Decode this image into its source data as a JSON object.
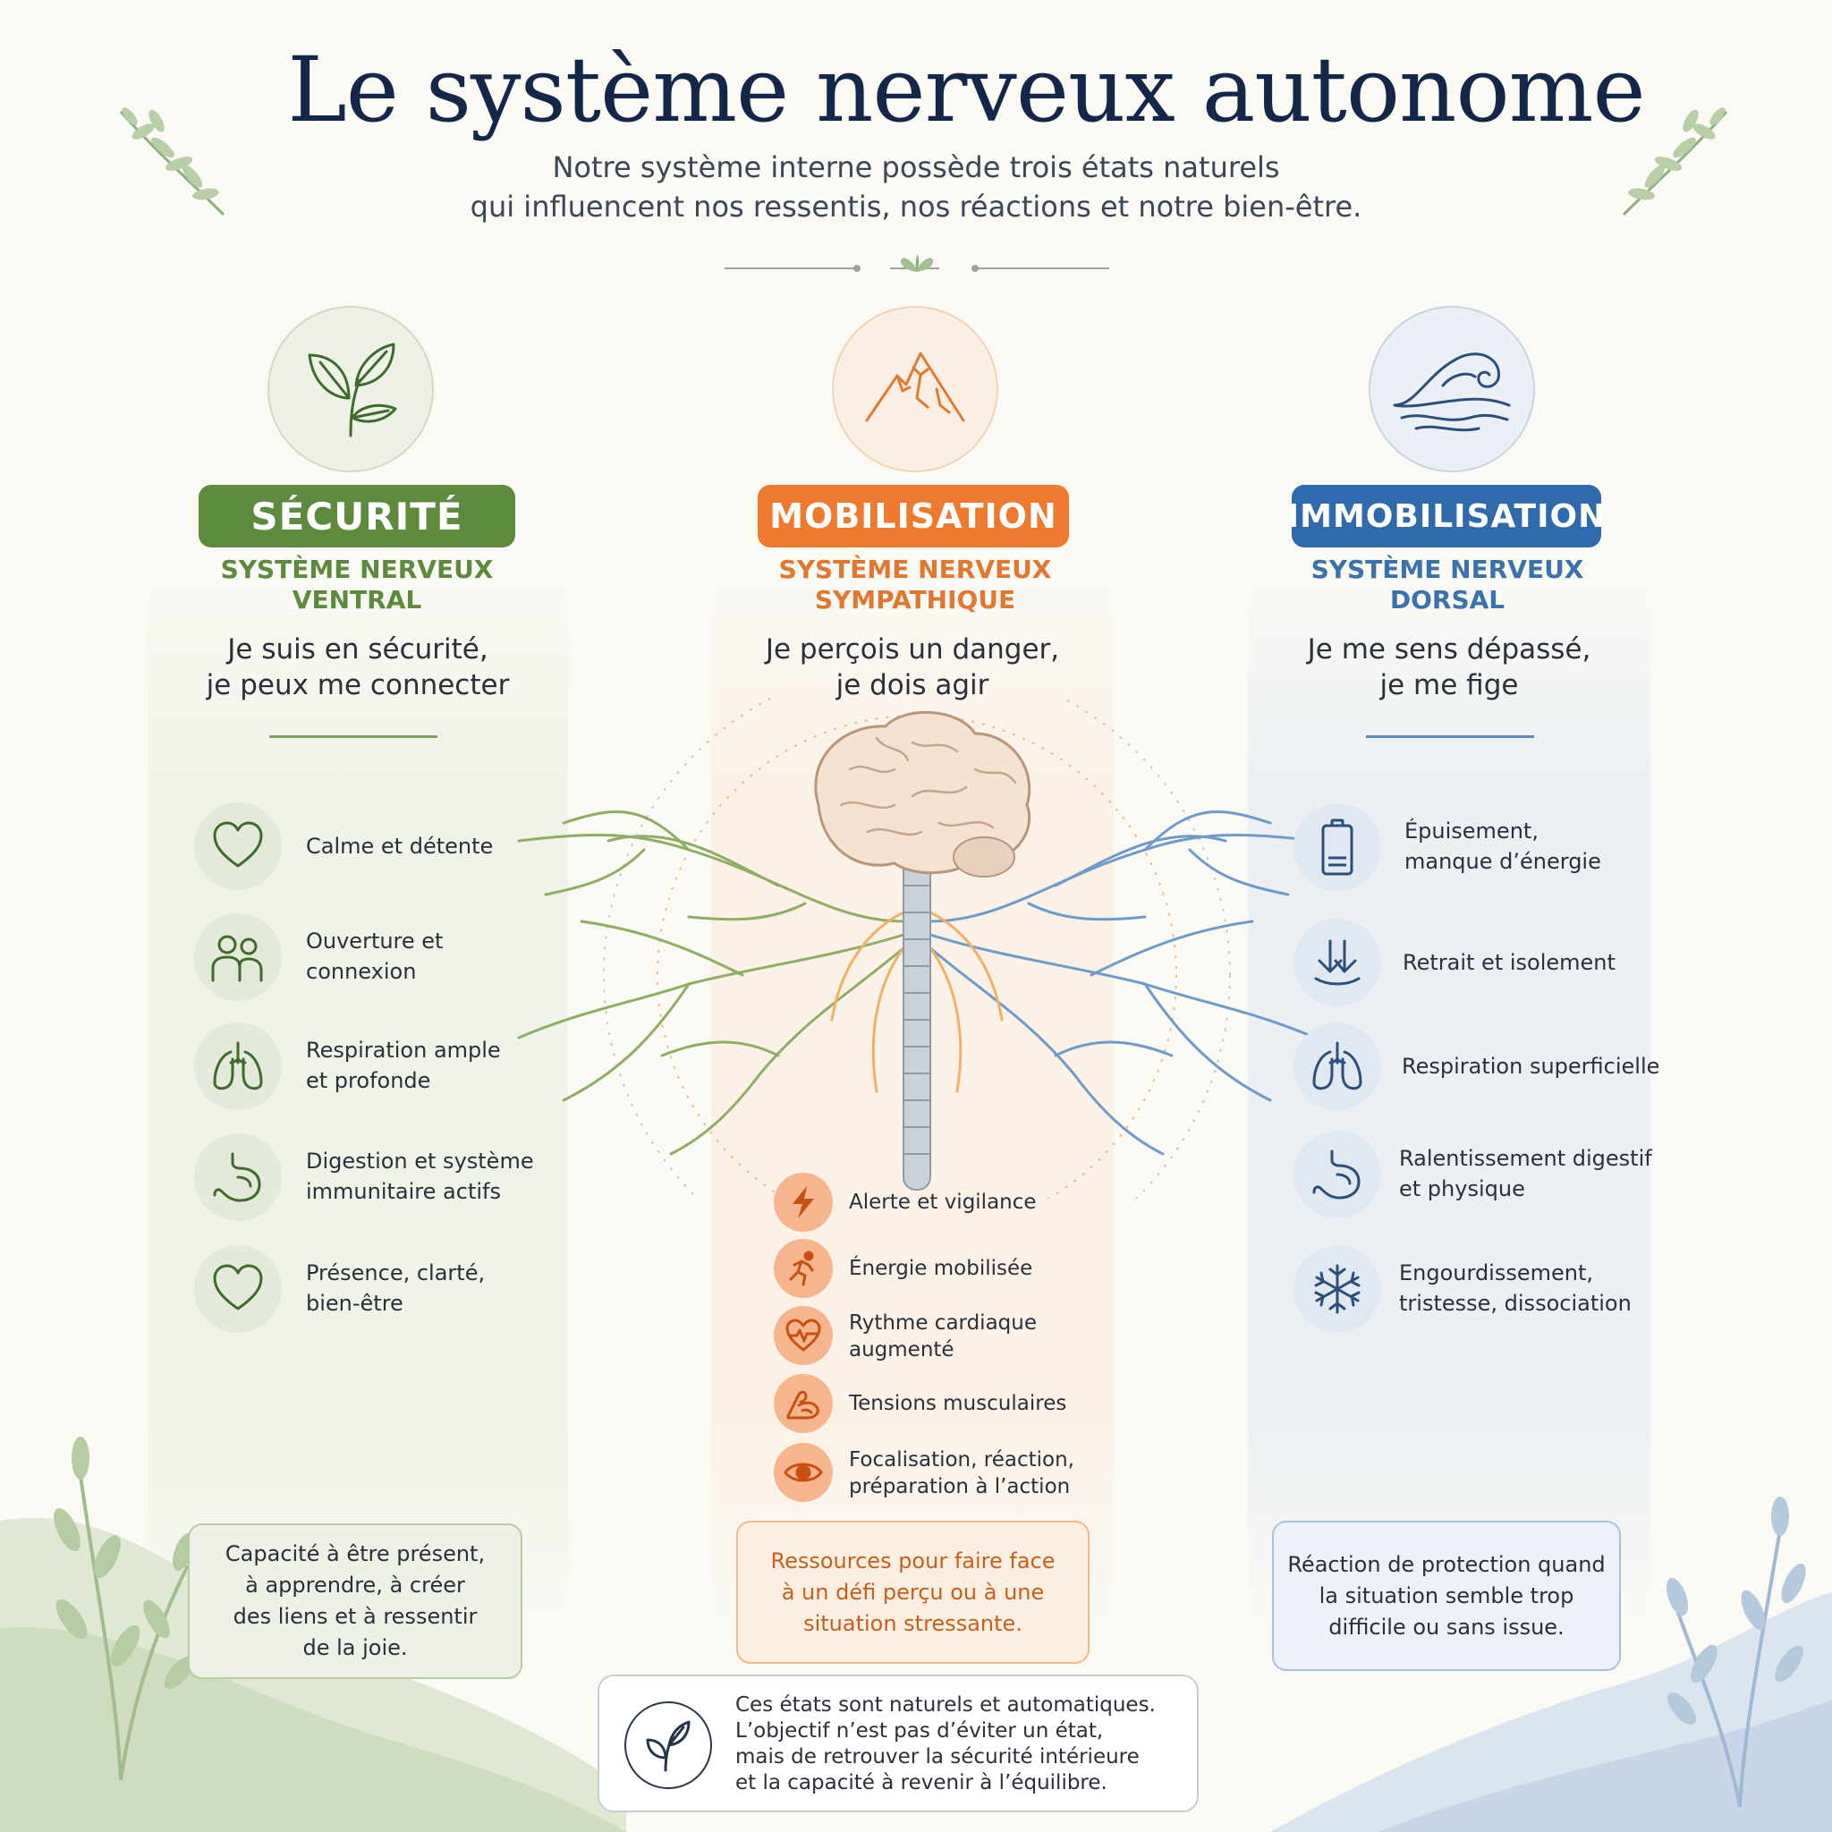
{
  "header": {
    "title": "Le système nerveux autonome",
    "subtitle_line1": "Notre système interne possède trois états naturels",
    "subtitle_line2": "qui influencent nos ressentis, nos réactions et notre bien-être."
  },
  "states": {
    "left": {
      "icon": "leaves-icon",
      "label": "SÉCURITÉ",
      "system_line1": "SYSTÈME NERVEUX",
      "system_line2": "VENTRAL",
      "quote_line1": "Je suis en sécurité,",
      "quote_line2": "je peux me connecter",
      "color": "#5e8a3e",
      "items": [
        {
          "icon": "heart-icon",
          "line1": "Calme et détente",
          "line2": ""
        },
        {
          "icon": "people-icon",
          "line1": "Ouverture et",
          "line2": "connexion"
        },
        {
          "icon": "lungs-icon",
          "line1": "Respiration ample",
          "line2": "et profonde"
        },
        {
          "icon": "stomach-icon",
          "line1": "Digestion et système",
          "line2": "immunitaire actifs"
        },
        {
          "icon": "heart-icon",
          "line1": "Présence, clarté,",
          "line2": "bien-être"
        }
      ],
      "box": [
        "Capacité à être présent,",
        "à apprendre, à créer",
        "des liens et à ressentir",
        "de la joie."
      ]
    },
    "mid": {
      "icon": "mountain-icon",
      "label": "MOBILISATION",
      "system_line1": "SYSTÈME NERVEUX",
      "system_line2": "SYMPATHIQUE",
      "quote_line1": "Je perçois un danger,",
      "quote_line2": "je dois agir",
      "color": "#ee7a30",
      "items": [
        {
          "icon": "lightning-icon",
          "line1": "Alerte et vigilance",
          "line2": ""
        },
        {
          "icon": "running-icon",
          "line1": "Énergie mobilisée",
          "line2": ""
        },
        {
          "icon": "heartbeat-icon",
          "line1": "Rythme cardiaque",
          "line2": "augmenté"
        },
        {
          "icon": "muscle-icon",
          "line1": "Tensions musculaires",
          "line2": ""
        },
        {
          "icon": "eye-icon",
          "line1": "Focalisation, réaction,",
          "line2": "préparation à l’action"
        }
      ],
      "box": [
        "Ressources pour faire face",
        "à un défi perçu ou à une",
        "situation stressante."
      ]
    },
    "right": {
      "icon": "wave-icon",
      "label": "IMMOBILISATION",
      "system_line1": "SYSTÈME NERVEUX",
      "system_line2": "DORSAL",
      "quote_line1": "Je me sens dépassé,",
      "quote_line2": "je me fige",
      "color": "#2f6aac",
      "items": [
        {
          "icon": "battery-low-icon",
          "line1": "Épuisement,",
          "line2": "manque d’énergie"
        },
        {
          "icon": "arrows-down-icon",
          "line1": "Retrait et isolement",
          "line2": ""
        },
        {
          "icon": "lungs-icon",
          "line1": "Respiration superficielle",
          "line2": ""
        },
        {
          "icon": "stomach-icon",
          "line1": "Ralentissement digestif",
          "line2": "et physique"
        },
        {
          "icon": "snowflake-icon",
          "line1": "Engourdissement,",
          "line2": "tristesse, dissociation"
        }
      ],
      "box": [
        "Réaction de protection quand",
        "la situation semble trop",
        "difficile ou sans issue."
      ]
    }
  },
  "footer": {
    "icon": "sprout-icon",
    "lines": [
      "Ces états sont naturels et automatiques.",
      "L’objectif n’est pas d’éviter un état,",
      "mais de retrouver la sécurité intérieure",
      "et la capacité à revenir à l’équilibre."
    ]
  },
  "center_illustration": "brain-spine-icon"
}
